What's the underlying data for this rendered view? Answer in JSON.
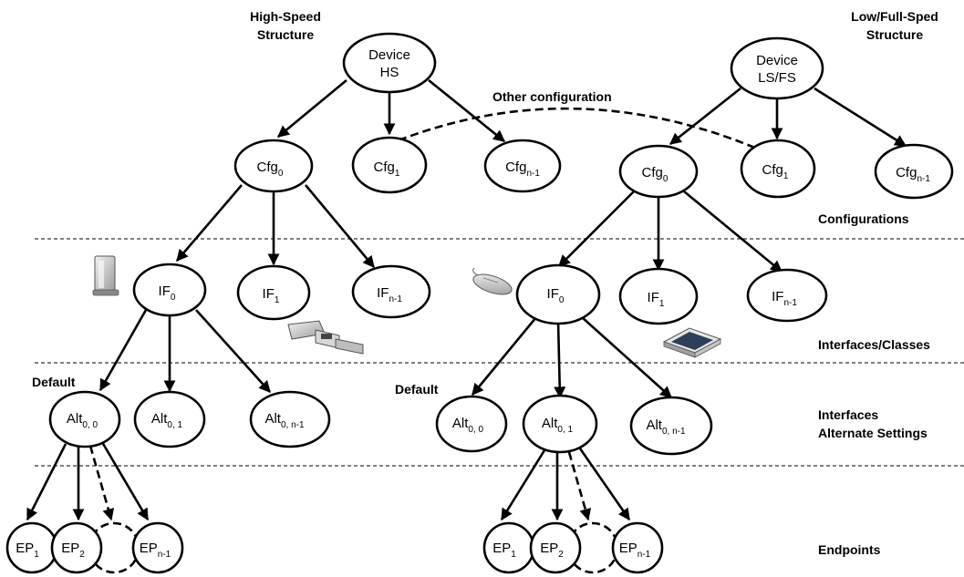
{
  "headings": {
    "hs_line1": "High-Speed",
    "hs_line2": "Structure",
    "lsfs_line1": "Low/Full-Sped",
    "lsfs_line2": "Structure",
    "other_configuration": "Other configuration"
  },
  "levels": {
    "configurations": "Configurations",
    "interfaces_classes": "Interfaces/Classes",
    "alt_line1": "Interfaces",
    "alt_line2": "Alternate Settings",
    "endpoints": "Endpoints"
  },
  "default_labels": {
    "left": "Default",
    "right": "Default"
  },
  "hs": {
    "device": {
      "line1": "Device",
      "line2": "HS"
    },
    "cfg0": {
      "base": "Cfg",
      "sub": "0"
    },
    "cfg1": {
      "base": "Cfg",
      "sub": "1"
    },
    "cfgn": {
      "base": "Cfg",
      "sub": "n-1"
    },
    "if0": {
      "base": "IF",
      "sub": "0"
    },
    "if1": {
      "base": "IF",
      "sub": "1"
    },
    "ifn": {
      "base": "IF",
      "sub": "n-1"
    },
    "alt00": {
      "base": "Alt",
      "sub": "0, 0"
    },
    "alt01": {
      "base": "Alt",
      "sub": "0, 1"
    },
    "alt0n": {
      "base": "Alt",
      "sub": "0, n-1"
    },
    "ep1": {
      "base": "EP",
      "sub": "1"
    },
    "ep2": {
      "base": "EP",
      "sub": "2"
    },
    "epn": {
      "base": "EP",
      "sub": "n-1"
    }
  },
  "lsfs": {
    "device": {
      "line1": "Device",
      "line2": "LS/FS"
    },
    "cfg0": {
      "base": "Cfg",
      "sub": "0"
    },
    "cfg1": {
      "base": "Cfg",
      "sub": "1"
    },
    "cfgn": {
      "base": "Cfg",
      "sub": "n-1"
    },
    "if0": {
      "base": "IF",
      "sub": "0"
    },
    "if1": {
      "base": "IF",
      "sub": "1"
    },
    "ifn": {
      "base": "IF",
      "sub": "n-1"
    },
    "alt00": {
      "base": "Alt",
      "sub": "0, 0"
    },
    "alt01": {
      "base": "Alt",
      "sub": "0, 1"
    },
    "alt0n": {
      "base": "Alt",
      "sub": "0, n-1"
    },
    "ep1": {
      "base": "EP",
      "sub": "1"
    },
    "ep2": {
      "base": "EP",
      "sub": "2"
    },
    "epn": {
      "base": "EP",
      "sub": "n-1"
    }
  },
  "icons": [
    "router-icon",
    "usb-stick-icon",
    "mouse-icon",
    "scanner-icon"
  ]
}
